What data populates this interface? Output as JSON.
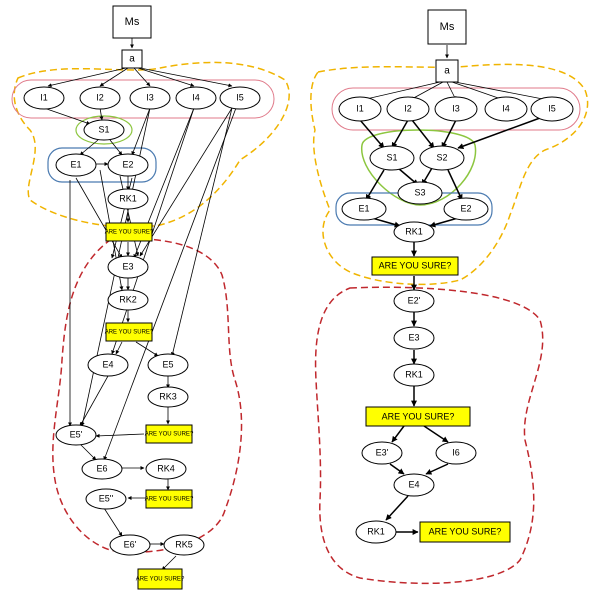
{
  "diagrams": [
    {
      "top_box": "Ms",
      "sub_box": "a",
      "inputs": [
        "I1",
        "I2",
        "I3",
        "I4",
        "I5"
      ],
      "s_nodes": [
        "S1"
      ],
      "e_nodes": [
        "E1",
        "E2"
      ],
      "rk_first": "RK1",
      "question": "ARE YOU SURE?",
      "lower_nodes": [
        "E3",
        "RK2",
        "E4",
        "E5",
        "RK3",
        "E5'",
        "E6",
        "RK4",
        "E5''",
        "E6'",
        "RK5"
      ]
    },
    {
      "top_box": "Ms",
      "sub_box": "a",
      "inputs": [
        "I1",
        "I2",
        "I3",
        "I4",
        "I5"
      ],
      "s_nodes": [
        "S1",
        "S2",
        "S3"
      ],
      "e_nodes": [
        "E1",
        "E2"
      ],
      "rk_first": "RK1",
      "question": "ARE YOU SURE?",
      "lower_nodes": [
        "E2'",
        "E3",
        "RK1",
        "E3'",
        "I6",
        "E4",
        "RK1"
      ]
    }
  ],
  "colors": {
    "input_group": "#e07a8a",
    "s_group": "#8cc63f",
    "e_group": "#4a7ab0",
    "upper_region": "#f0b400",
    "lower_region": "#c0282d",
    "question_fill": "#ffff00"
  }
}
